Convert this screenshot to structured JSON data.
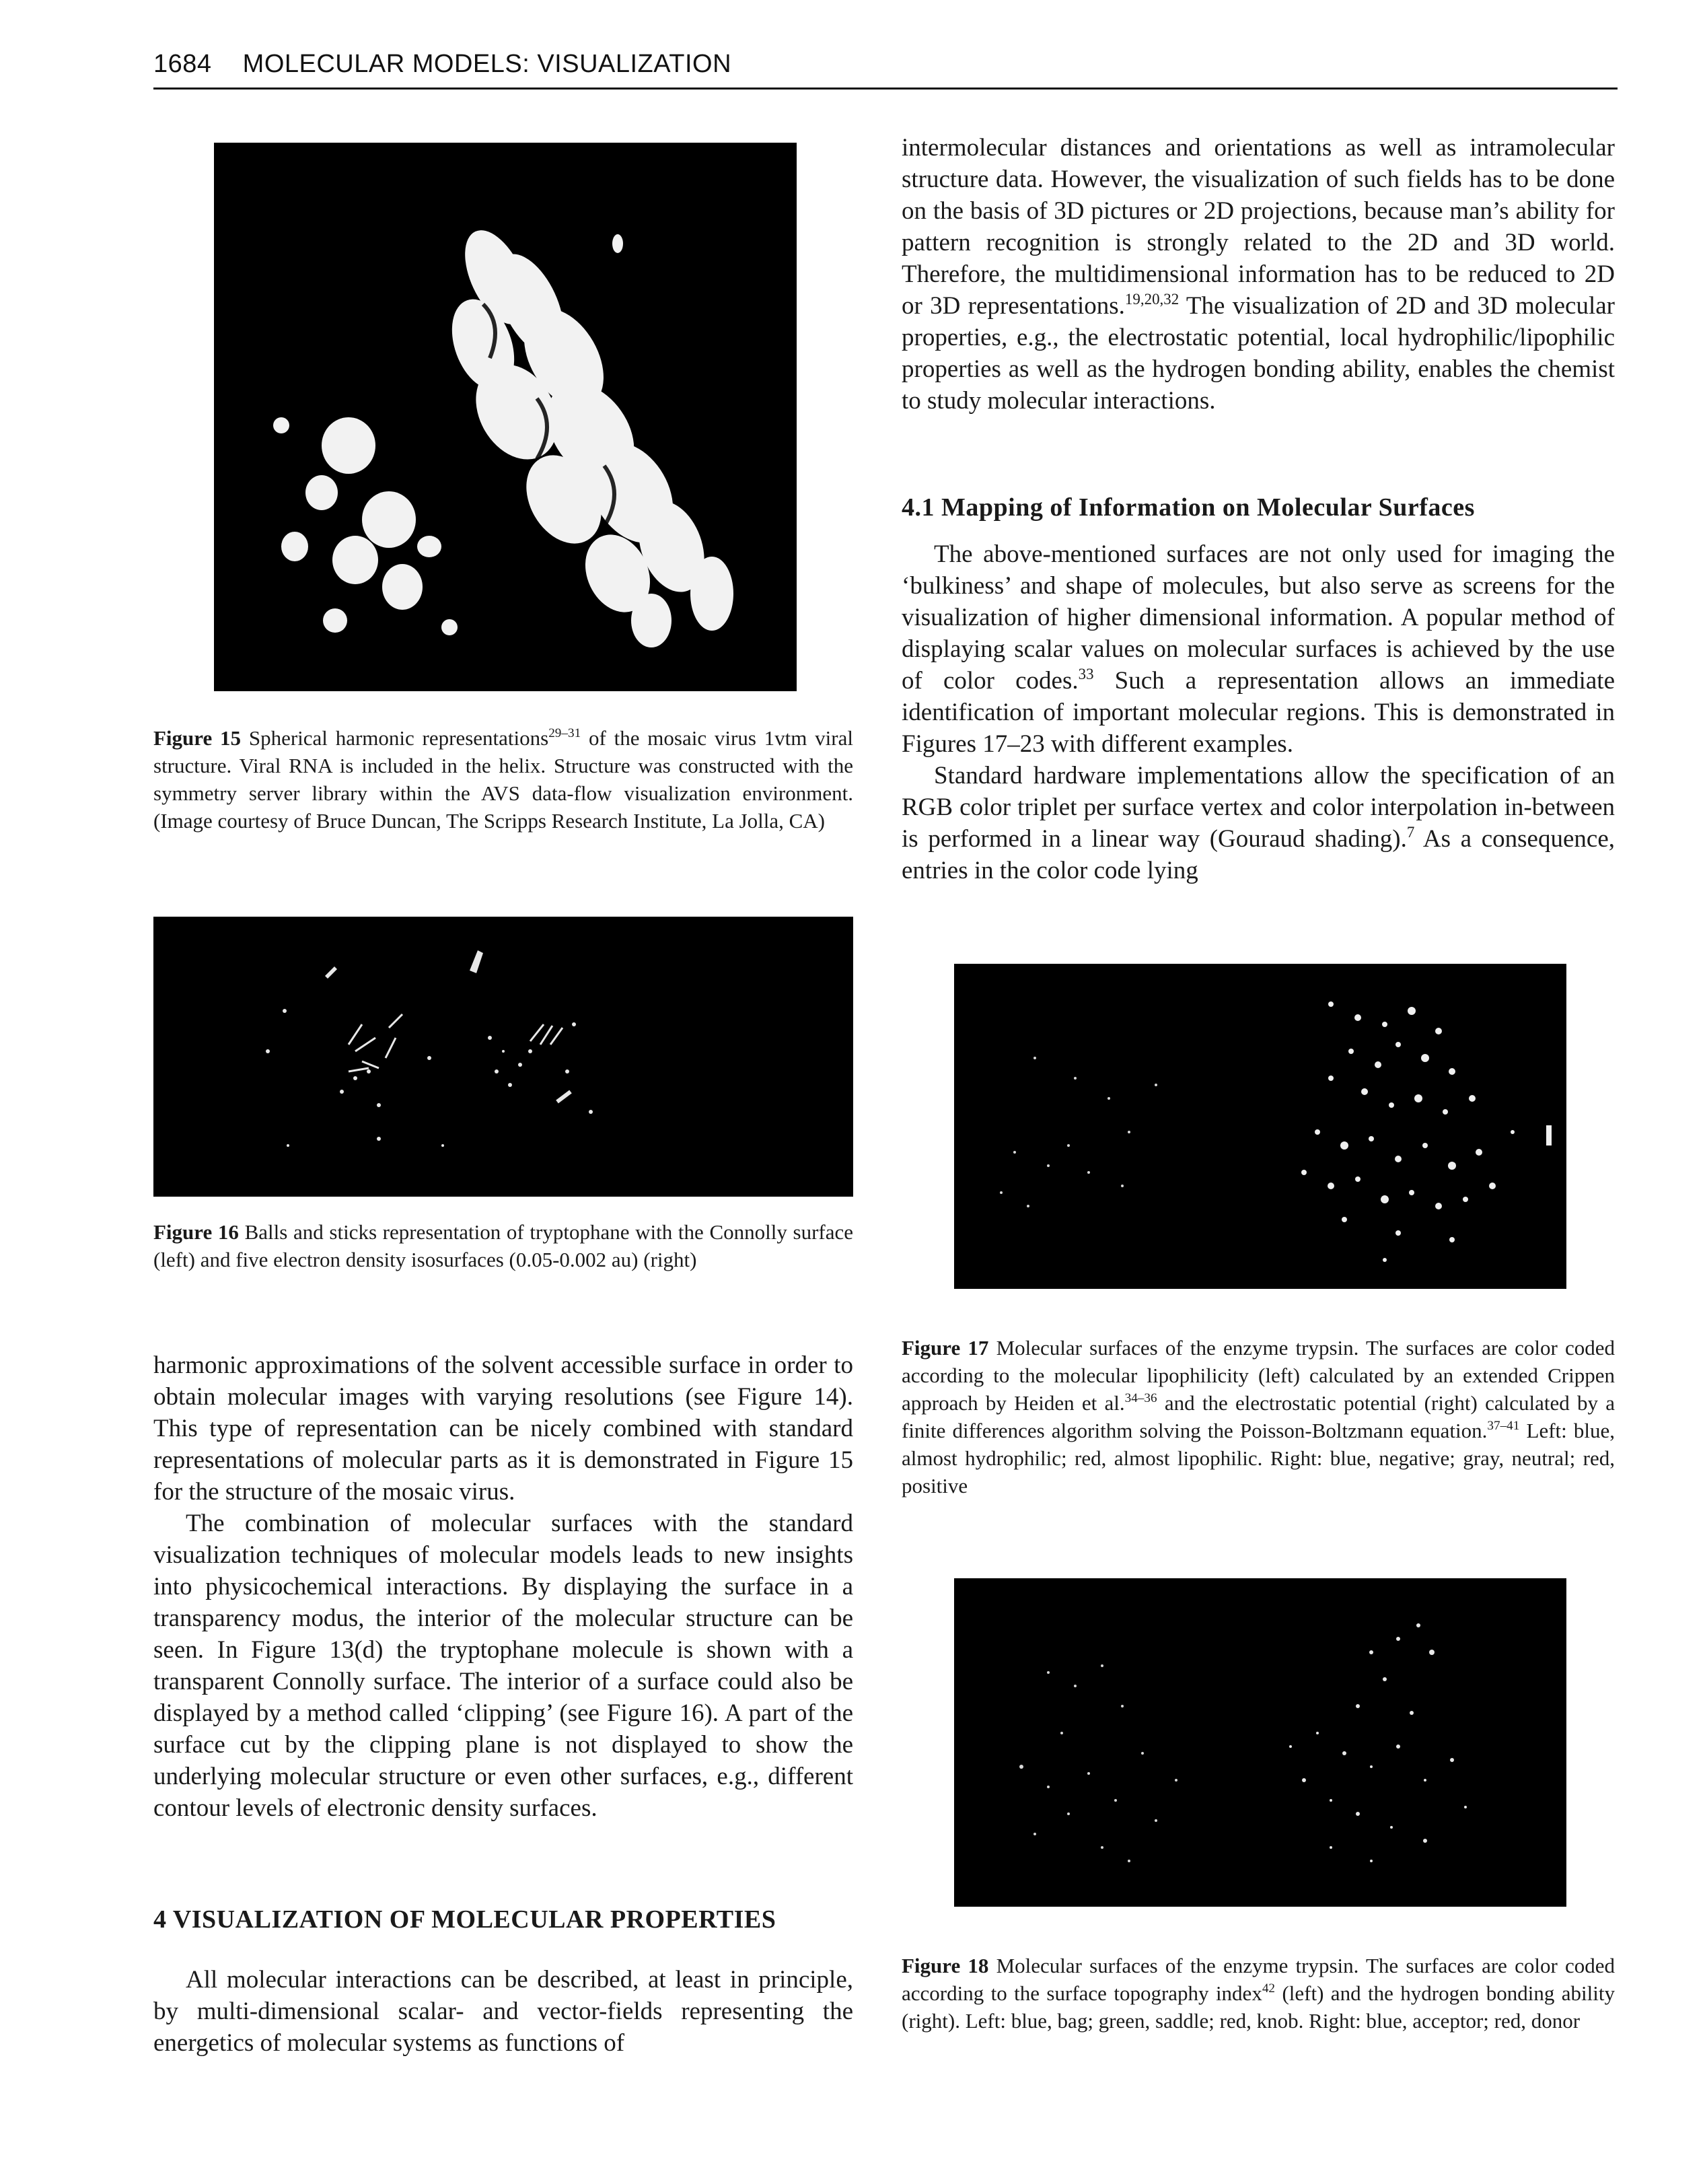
{
  "header": {
    "page_number": "1684",
    "running_title": "MOLECULAR MODELS: VISUALIZATION"
  },
  "figures": {
    "fig15": {
      "label": "Figure 15",
      "caption_a": " Spherical harmonic representations",
      "caption_sup": "29–31",
      "caption_b": " of the mosaic virus 1vtm viral structure. Viral RNA is included in the helix. Structure was constructed with the symmetry server library within the AVS data-flow visualization environment. (Image courtesy of Bruce Duncan, The Scripps Research Institute, La Jolla, CA)"
    },
    "fig16": {
      "label": "Figure 16",
      "caption": " Balls and sticks representation of tryptophane with the Connolly surface (left) and five electron density isosurfaces (0.05-0.002 au) (right)"
    },
    "fig17": {
      "label": "Figure 17",
      "caption_a": " Molecular surfaces of the enzyme trypsin. The surfaces are color coded according to the molecular lipophilicity (left) calculated by an extended Crippen approach by Heiden et al.",
      "caption_sup1": "34–36",
      "caption_b": " and the electrostatic potential (right) calculated by a finite differences algorithm solving the Poisson-Boltzmann equation.",
      "caption_sup2": "37–41",
      "caption_c": " Left: blue, almost hydrophilic; red, almost lipophilic. Right: blue, negative; gray, neutral; red, positive"
    },
    "fig18": {
      "label": "Figure 18",
      "caption_a": " Molecular surfaces of the enzyme trypsin. The surfaces are color coded according to the surface topography index",
      "caption_sup": "42",
      "caption_b": " (left) and the hydrogen bonding ability (right). Left: blue, bag; green, saddle; red, knob. Right: blue, acceptor; red, donor"
    }
  },
  "left_column": {
    "para1": "harmonic approximations of the solvent accessible surface in order to obtain molecular images with varying resolutions (see Figure 14). This type of representation can be nicely combined with standard representations of molecular parts as it is demonstrated in Figure 15 for the structure of the mosaic virus.",
    "para2": "The combination of molecular surfaces with the standard visualization techniques of molecular models leads to new insights into physicochemical interactions. By displaying the surface in a transparency modus, the interior of the molecular structure can be seen. In Figure 13(d) the tryptophane molecule is shown with a transparent Connolly surface. The interior of a surface could also be displayed by a method called ‘clipping’ (see Figure 16). A part of the surface cut by the clipping plane is not displayed to show the underlying molecular structure or even other surfaces, e.g., different contour levels of electronic density surfaces.",
    "section4_heading": "4  VISUALIZATION OF MOLECULAR PROPERTIES",
    "para3": "All molecular interactions can be described, at least in principle, by multi-dimensional scalar- and vector-fields representing the energetics of molecular systems as functions of"
  },
  "right_column": {
    "para1_a": "intermolecular distances and orientations as well as intramolecular structure data. However, the visualization of such fields has to be done on the basis of 3D pictures or 2D projections, because man’s ability for pattern recognition is strongly related to the 2D and 3D world. Therefore, the multidimensional information has to be reduced to 2D or 3D representations.",
    "para1_sup": "19,20,32",
    "para1_b": " The visualization of 2D and 3D molecular properties, e.g., the electrostatic potential, local hydrophilic/lipophilic properties as well as the hydrogen bonding ability, enables the chemist to study molecular interactions.",
    "section41_heading": "4.1  Mapping of Information on Molecular Surfaces",
    "para2_a": "The above-mentioned surfaces are not only used for imaging the ‘bulkiness’ and shape of molecules, but also serve as screens for the visualization of higher dimensional information. A popular method of displaying scalar values on molecular surfaces is achieved by the use of color codes.",
    "para2_sup": "33",
    "para2_b": " Such a representation allows an immediate identification of important molecular regions. This is demonstrated in Figures 17–23 with different examples.",
    "para3_a": "Standard hardware implementations allow the specification of an RGB color triplet per surface vertex and color interpolation in-between is performed in a linear way (Gouraud shading).",
    "para3_sup": "7",
    "para3_b": " As a consequence, entries in the color code lying"
  }
}
